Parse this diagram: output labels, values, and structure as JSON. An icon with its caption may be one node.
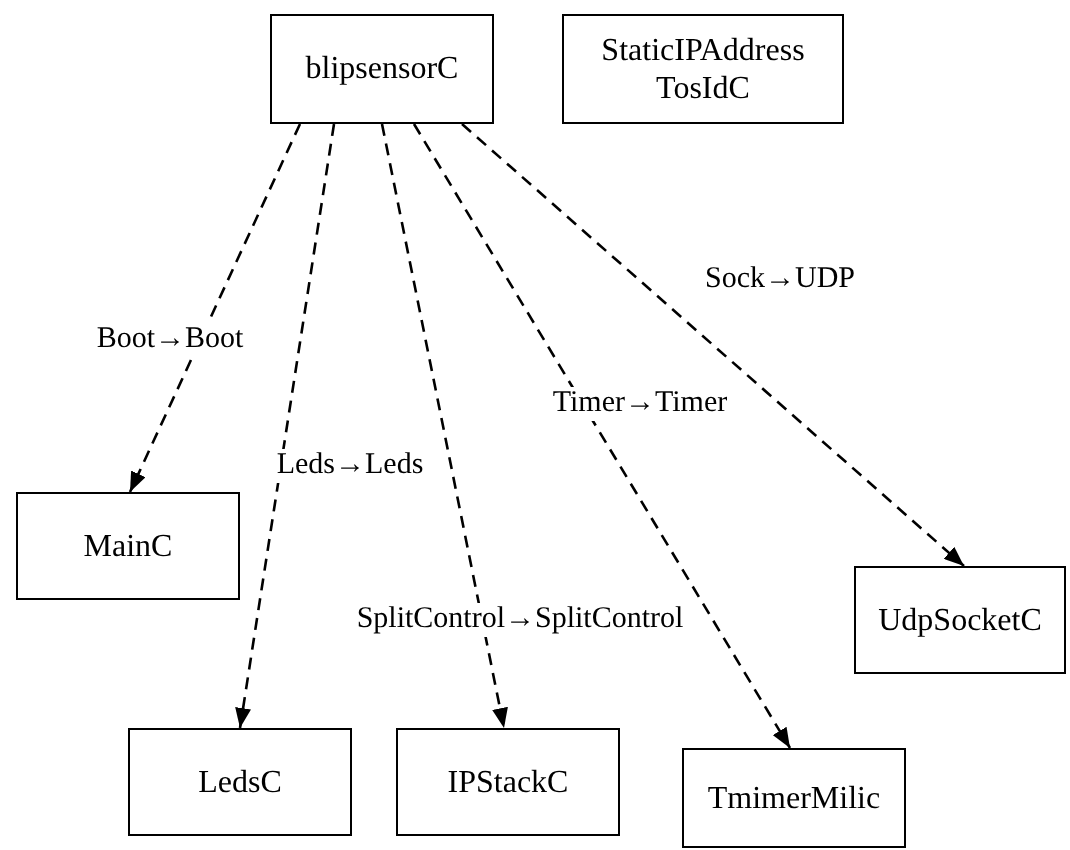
{
  "diagram": {
    "nodes": [
      {
        "text": [
          "blipsensorC"
        ]
      },
      {
        "text": [
          "StaticIPAddress TosIdC"
        ]
      },
      {
        "text": [
          "MainC"
        ]
      },
      {
        "text": [
          "LedsC"
        ]
      },
      {
        "text": [
          "IPStackC"
        ]
      },
      {
        "text": [
          "TmimerMilic"
        ]
      },
      {
        "text": [
          "UdpSocketC"
        ]
      }
    ],
    "edges": [
      {
        "from": 0,
        "to": 2,
        "arrow": "to",
        "label": "Boot→Boot",
        "style": "dashed"
      },
      {
        "from": 0,
        "to": 3,
        "arrow": "to",
        "label": "Leds→Leds",
        "style": "dashed"
      },
      {
        "from": 0,
        "to": 4,
        "arrow": "to",
        "label": "SplitControl→SplitControl",
        "style": "dashed"
      },
      {
        "from": 0,
        "to": 5,
        "arrow": "to",
        "label": "Timer→Timer",
        "style": "dashed"
      },
      {
        "from": 0,
        "to": 6,
        "arrow": "to",
        "label": "Sock→UDP",
        "style": "dashed"
      }
    ]
  }
}
